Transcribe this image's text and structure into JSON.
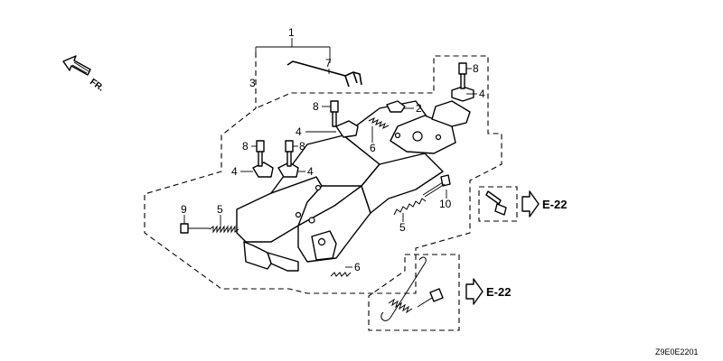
{
  "diagram": {
    "direction_label": "FR.",
    "figure_code": "Z9E0E2201",
    "reference_labels": [
      "E-22",
      "E-22"
    ],
    "callouts": [
      {
        "id": "c1",
        "text": "1"
      },
      {
        "id": "c3",
        "text": "3"
      },
      {
        "id": "c7",
        "text": "7"
      },
      {
        "id": "c8a",
        "text": "8"
      },
      {
        "id": "c4a",
        "text": "4"
      },
      {
        "id": "c8b",
        "text": "8"
      },
      {
        "id": "c2",
        "text": "2"
      },
      {
        "id": "c4b",
        "text": "4"
      },
      {
        "id": "c6a",
        "text": "6"
      },
      {
        "id": "c8c",
        "text": "8"
      },
      {
        "id": "c8d",
        "text": "8"
      },
      {
        "id": "c4c",
        "text": "4"
      },
      {
        "id": "c4d",
        "text": "4"
      },
      {
        "id": "c9",
        "text": "9"
      },
      {
        "id": "c5a",
        "text": "5"
      },
      {
        "id": "c10",
        "text": "10"
      },
      {
        "id": "c5b",
        "text": "5"
      },
      {
        "id": "c6b",
        "text": "6"
      }
    ]
  }
}
